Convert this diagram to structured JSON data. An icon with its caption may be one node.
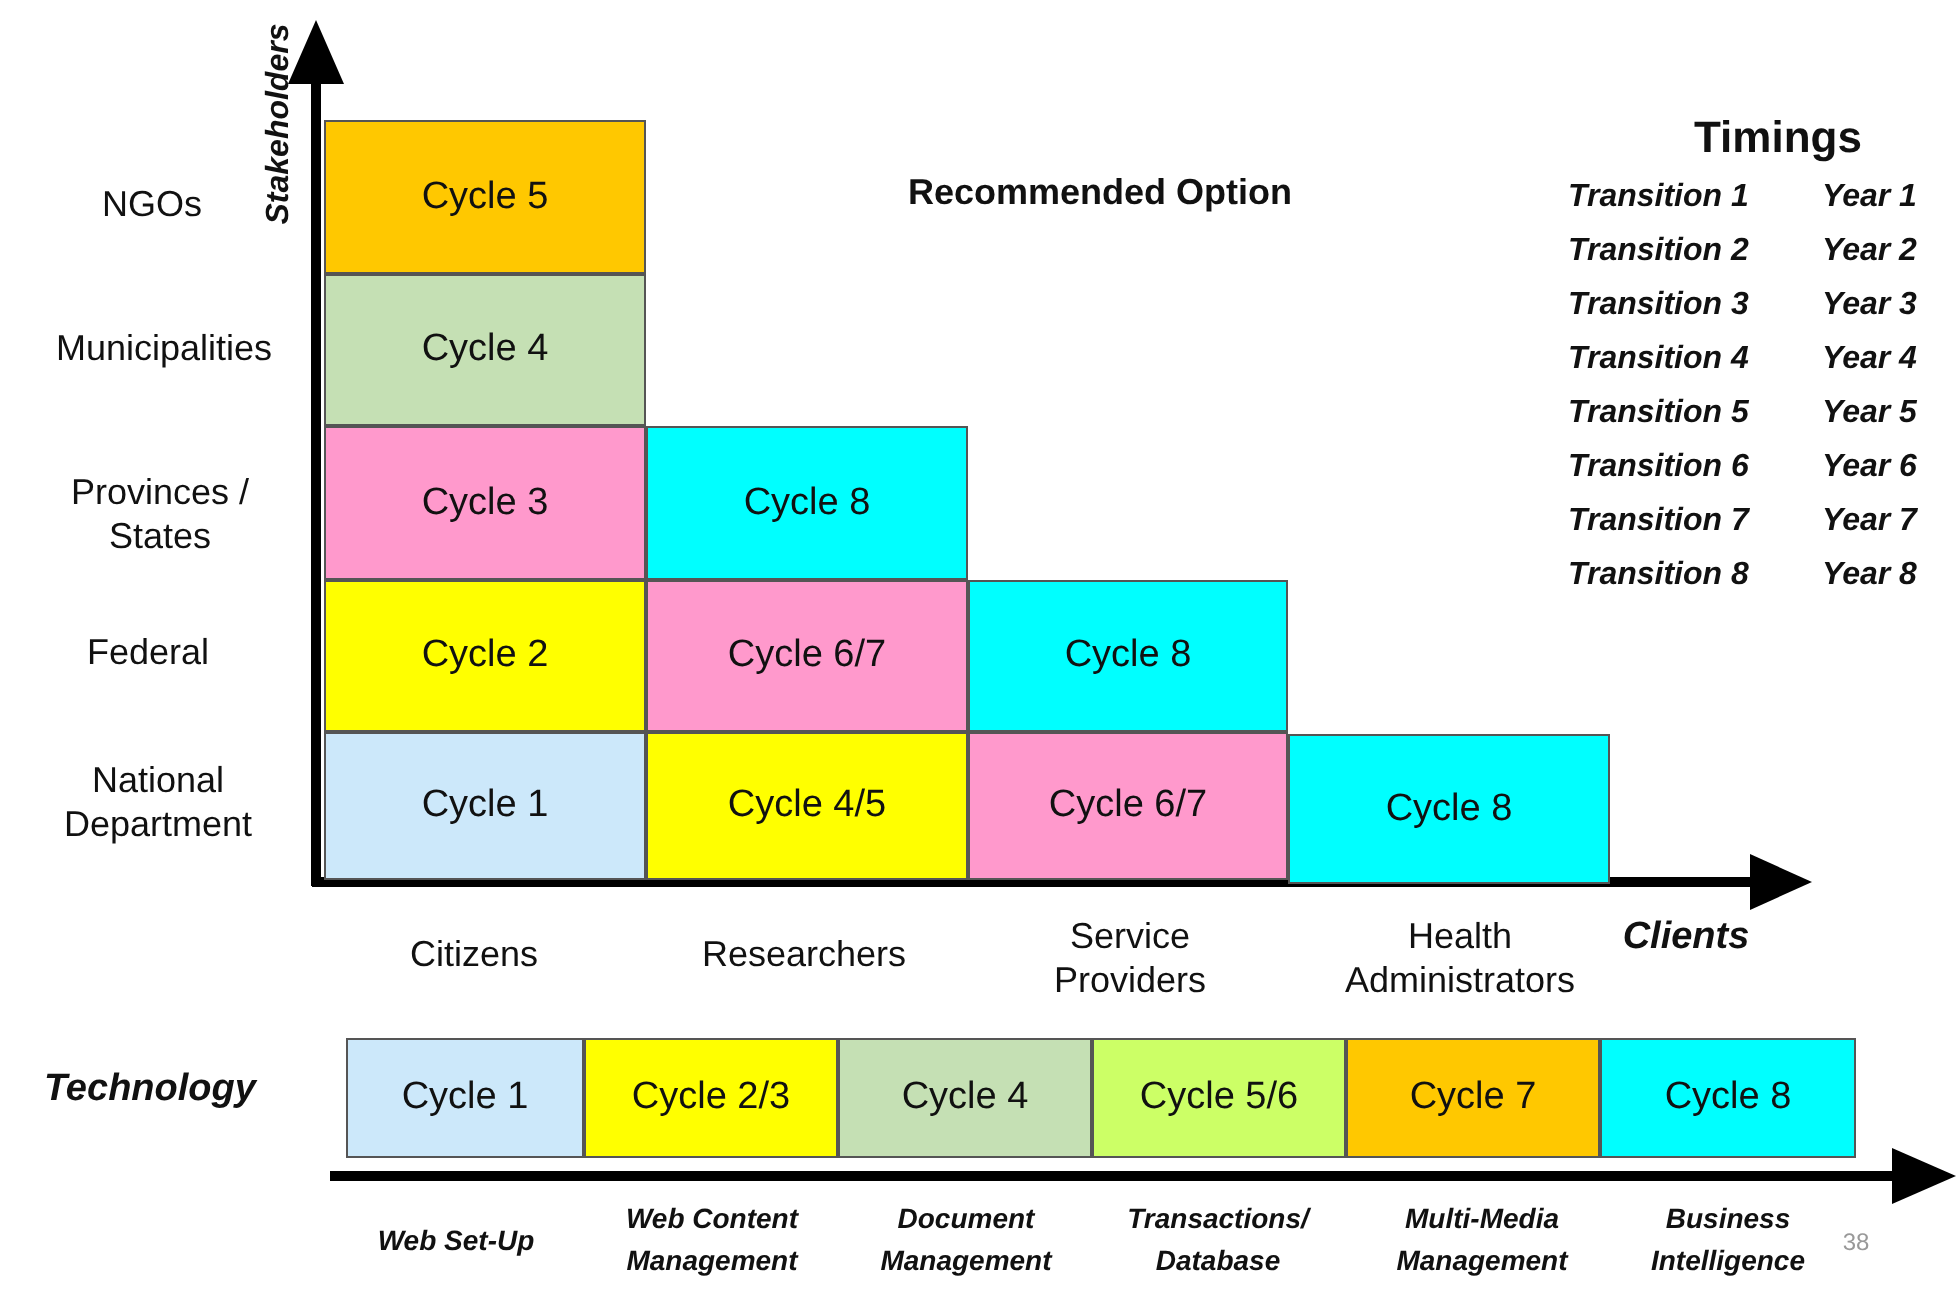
{
  "diagram": {
    "nodes": [
      {
        "text": [
          "Cycle 5"
        ]
      },
      {
        "text": [
          "Cycle 4"
        ]
      },
      {
        "text": [
          "Cycle 3"
        ]
      },
      {
        "text": [
          "Cycle 8"
        ]
      },
      {
        "text": [
          "Cycle 2"
        ]
      },
      {
        "text": [
          "Cycle 6/7"
        ]
      },
      {
        "text": [
          "Cycle 8"
        ]
      },
      {
        "text": [
          "Cycle 1"
        ]
      },
      {
        "text": [
          "Cycle 4/5"
        ]
      },
      {
        "text": [
          "Cycle 6/7"
        ]
      },
      {
        "text": [
          "Cycle 8"
        ]
      },
      {
        "text": [
          "Cycle 1"
        ]
      },
      {
        "text": [
          "Cycle 2/3"
        ]
      },
      {
        "text": [
          "Cycle 4"
        ]
      },
      {
        "text": [
          "Cycle 5/6"
        ]
      },
      {
        "text": [
          "Cycle 7"
        ]
      },
      {
        "text": [
          "Cycle 8"
        ]
      }
    ],
    "labels": [
      "Stakeholders",
      "Recommended Option",
      "Timings",
      "Transition 1",
      "Year 1",
      "Transition 2",
      "Year 2",
      "Transition 3",
      "Year 3",
      "Transition 4",
      "Year 4",
      "Transition 5",
      "Year 5",
      "Transition 6",
      "Year 6",
      "Transition 7",
      "Year 7",
      "Transition 8",
      "Year 8",
      "NGOs",
      "Municipalities",
      "Provinces / States",
      "Federal",
      "National Department",
      "Citizens",
      "Researchers",
      "Service Providers",
      "Health Administrators",
      "Clients",
      "Technology",
      "Web Set-Up",
      "Web Content Management",
      "Document Management",
      "Transactions/ Database",
      "Multi-Media Management",
      "Business Intelligence",
      "38"
    ]
  }
}
